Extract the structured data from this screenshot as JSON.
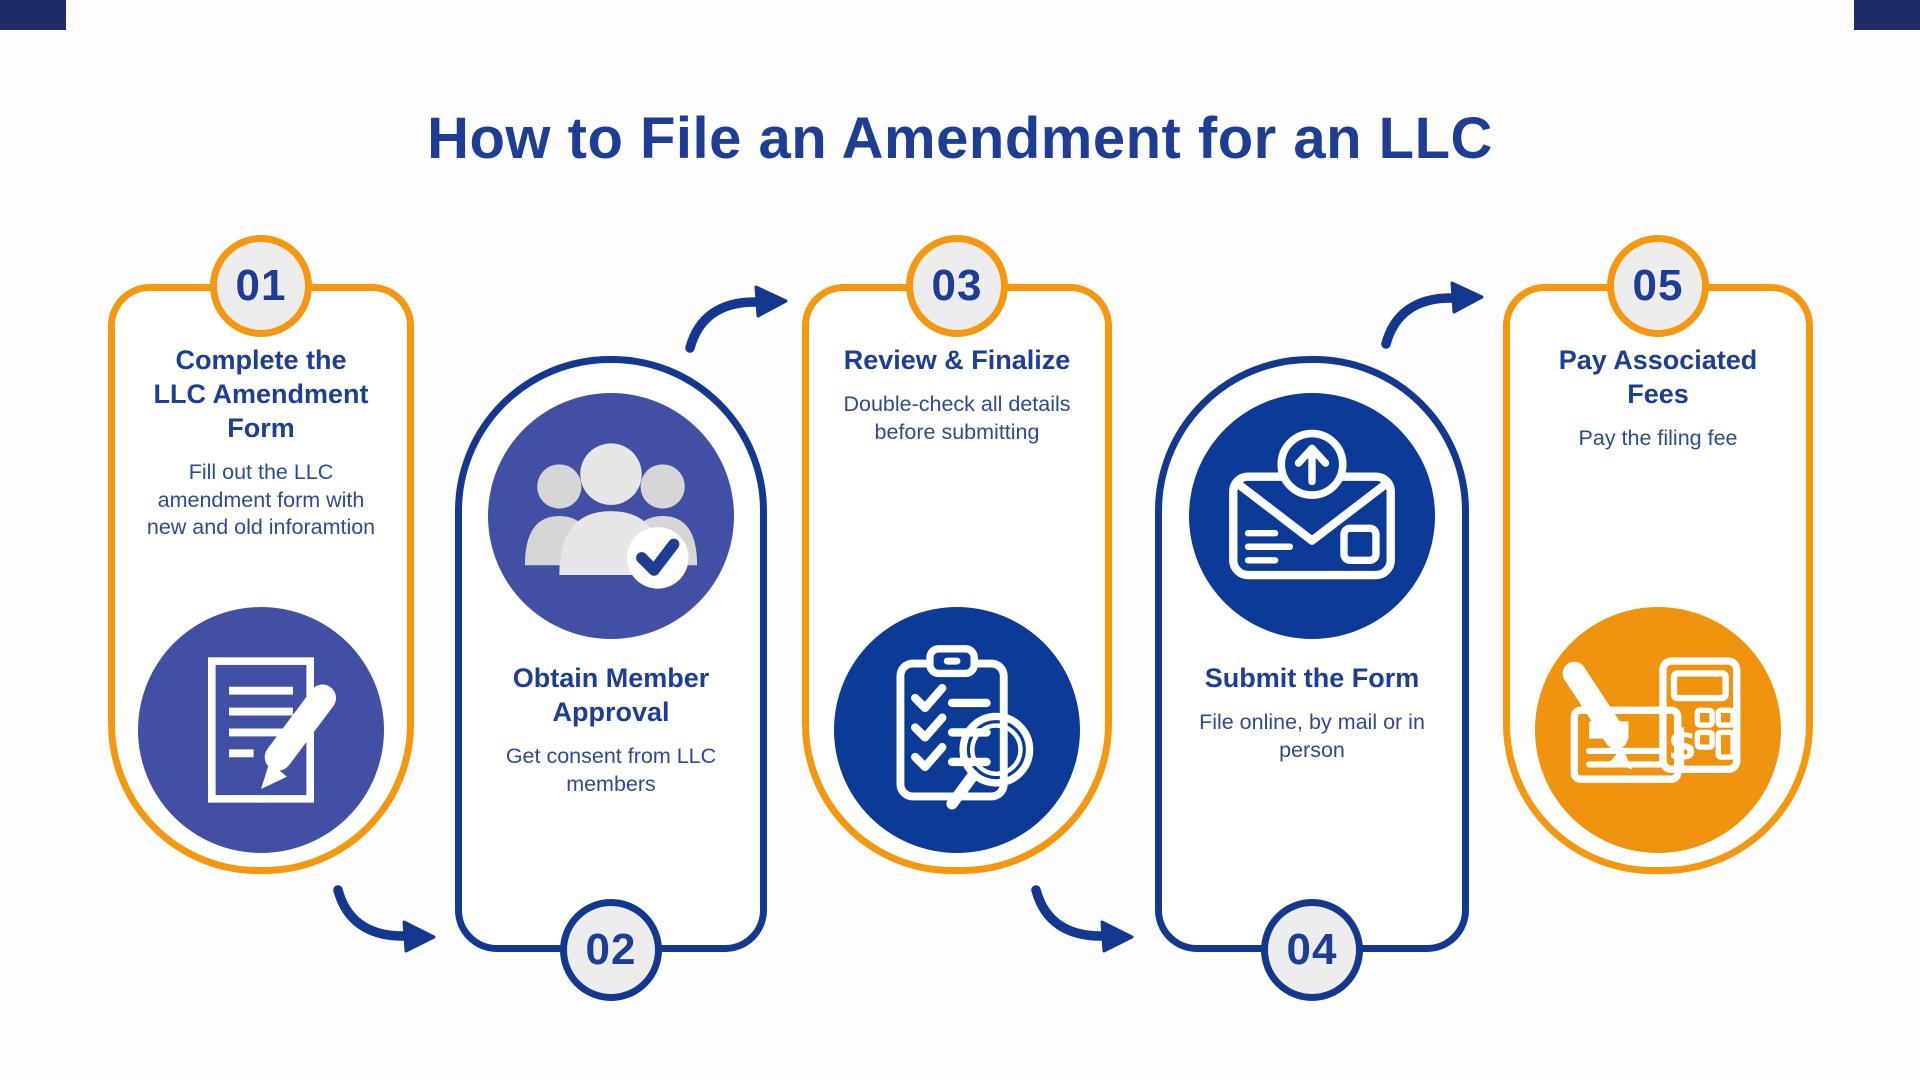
{
  "title": "How to File an Amendment for an LLC",
  "steps": [
    {
      "number": "01",
      "heading": "Complete the LLC Amendment Form",
      "body": "Fill out the LLC amendment form with new and old inforamtion",
      "icon": "document-pen-icon",
      "accent": "orange"
    },
    {
      "number": "02",
      "heading": "Obtain Member Approval",
      "body": "Get consent from LLC members",
      "icon": "member-group-check-icon",
      "accent": "blue"
    },
    {
      "number": "03",
      "heading": "Review & Finalize",
      "body": "Double-check all details before submitting",
      "icon": "checklist-magnifier-icon",
      "accent": "orange"
    },
    {
      "number": "04",
      "heading": "Submit the Form",
      "body": "File online, by mail or in person",
      "icon": "envelope-upload-icon",
      "accent": "blue"
    },
    {
      "number": "05",
      "heading": "Pay Associated Fees",
      "body": "Pay the filing fee",
      "icon": "calculator-pencil-icon",
      "accent": "orange"
    }
  ],
  "colors": {
    "heading_blue": "#1d3e94",
    "body_blue": "#2c4a94",
    "accent_orange": "#f5970f",
    "accent_dark_blue": "#14388f",
    "badge_fill": "#ededed",
    "icon_medium_blue": "#4150a4",
    "icon_dark_blue": "#0c3a97",
    "icon_orange": "#f0930f",
    "corner_navy": "#1e2b69"
  }
}
